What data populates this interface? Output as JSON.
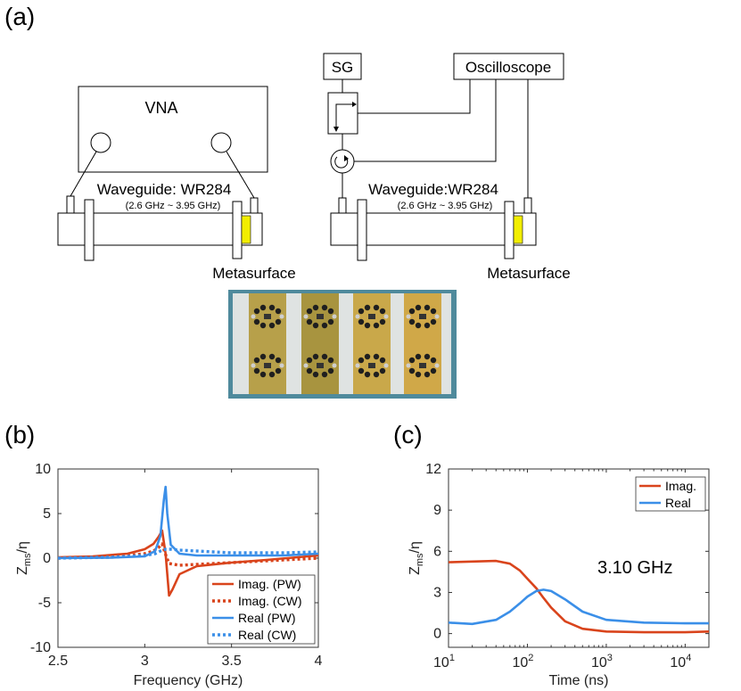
{
  "panel_labels": {
    "a": "(a)",
    "b": "(b)",
    "c": "(c)"
  },
  "setup_left": {
    "instrument": "VNA",
    "waveguide": "Waveguide: WR284",
    "band": "(2.6 GHz ~ 3.95 GHz)",
    "sample": "Metasurface"
  },
  "setup_right": {
    "source": "SG",
    "scope": "Oscilloscope",
    "waveguide": "Waveguide:WR284",
    "band": "(2.6 GHz ~ 3.95 GHz)",
    "sample": "Metasurface"
  },
  "colors": {
    "imag": "#d9441c",
    "real": "#3b8fe8",
    "sample": "#f2ee00",
    "photo_bg": "#dfe3e2",
    "strip": "#c9a23b"
  },
  "photo": {
    "description_icon": "metasurface-photo"
  },
  "chart_data": [
    {
      "type": "line",
      "panel": "b",
      "xlabel": "Frequency (GHz)",
      "ylabel": "Z_ms/η",
      "ylabel_main": "Z",
      "ylabel_sub": "ms",
      "ylabel_rest": "/η",
      "xlim": [
        2.5,
        4
      ],
      "ylim": [
        -10,
        10
      ],
      "xticks": [
        2.5,
        3,
        3.5,
        4
      ],
      "xtick_labels": [
        "2.5",
        "3",
        "3.5",
        "4"
      ],
      "yticks": [
        -10,
        -5,
        0,
        5,
        10
      ],
      "ytick_labels": [
        "-10",
        "-5",
        "0",
        "5",
        "10"
      ],
      "legend_position": "bottom-right",
      "series": [
        {
          "name": "Imag. (PW)",
          "color": "#d9441c",
          "dash": "solid",
          "x": [
            2.5,
            2.7,
            2.9,
            3.0,
            3.05,
            3.08,
            3.1,
            3.12,
            3.14,
            3.16,
            3.2,
            3.3,
            3.5,
            3.7,
            4.0
          ],
          "y": [
            0.1,
            0.2,
            0.5,
            1.0,
            1.6,
            2.4,
            3.1,
            0.5,
            -4.2,
            -3.5,
            -1.8,
            -0.9,
            -0.5,
            -0.2,
            0.3
          ]
        },
        {
          "name": "Imag. (CW)",
          "color": "#d9441c",
          "dash": "dotted",
          "x": [
            2.5,
            2.7,
            2.9,
            3.0,
            3.05,
            3.08,
            3.1,
            3.12,
            3.14,
            3.2,
            3.3,
            3.5,
            3.7,
            4.0
          ],
          "y": [
            0.0,
            0.1,
            0.3,
            0.5,
            0.8,
            1.2,
            1.6,
            0.4,
            -0.6,
            -0.8,
            -0.7,
            -0.5,
            -0.3,
            0.0
          ]
        },
        {
          "name": "Real (PW)",
          "color": "#3b8fe8",
          "dash": "solid",
          "x": [
            2.5,
            2.8,
            3.0,
            3.06,
            3.09,
            3.11,
            3.12,
            3.13,
            3.15,
            3.2,
            3.3,
            3.5,
            3.8,
            4.0
          ],
          "y": [
            0.0,
            0.05,
            0.2,
            0.8,
            2.5,
            6.5,
            8.0,
            5.0,
            1.5,
            0.5,
            0.3,
            0.3,
            0.3,
            0.5
          ]
        },
        {
          "name": "Real (CW)",
          "color": "#3b8fe8",
          "dash": "dotted",
          "x": [
            2.5,
            2.8,
            3.0,
            3.06,
            3.09,
            3.12,
            3.15,
            3.2,
            3.3,
            3.5,
            3.8,
            4.0
          ],
          "y": [
            0.0,
            0.1,
            0.3,
            0.5,
            0.8,
            1.0,
            1.0,
            0.9,
            0.8,
            0.6,
            0.6,
            0.7
          ]
        }
      ]
    },
    {
      "type": "line",
      "panel": "c",
      "xlabel": "Time (ns)",
      "ylabel": "Z_ms/η",
      "ylabel_main": "Z",
      "ylabel_sub": "ms",
      "ylabel_rest": "/η",
      "xscale": "log",
      "xlim": [
        10,
        20000
      ],
      "ylim": [
        -1,
        12
      ],
      "xticks": [
        10,
        100,
        1000,
        10000
      ],
      "xtick_bases": [
        "10",
        "10",
        "10",
        "10"
      ],
      "xtick_exps": [
        "1",
        "2",
        "3",
        "4"
      ],
      "yticks": [
        0,
        3,
        6,
        9,
        12
      ],
      "ytick_labels": [
        "0",
        "3",
        "6",
        "9",
        "12"
      ],
      "annotation": "3.10 GHz",
      "legend_position": "top-right",
      "series": [
        {
          "name": "Imag.",
          "color": "#d9441c",
          "dash": "solid",
          "x": [
            10,
            20,
            40,
            60,
            80,
            100,
            130,
            160,
            200,
            300,
            500,
            1000,
            3000,
            10000,
            20000
          ],
          "y": [
            5.2,
            5.25,
            5.3,
            5.1,
            4.6,
            4.0,
            3.3,
            2.6,
            1.9,
            0.9,
            0.35,
            0.15,
            0.1,
            0.1,
            0.15
          ]
        },
        {
          "name": "Real",
          "color": "#3b8fe8",
          "dash": "solid",
          "x": [
            10,
            20,
            40,
            60,
            80,
            100,
            130,
            160,
            200,
            300,
            500,
            1000,
            3000,
            10000,
            20000
          ],
          "y": [
            0.8,
            0.7,
            1.0,
            1.6,
            2.2,
            2.7,
            3.1,
            3.2,
            3.1,
            2.5,
            1.6,
            1.0,
            0.8,
            0.75,
            0.75
          ]
        }
      ]
    }
  ]
}
